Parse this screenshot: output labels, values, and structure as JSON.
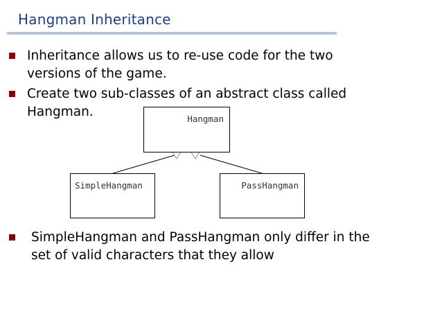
{
  "slide": {
    "title": "Hangman Inheritance",
    "bullets": [
      "Inheritance allows us to re-use code for the two",
      "versions of the game.",
      "Create two sub-classes of an abstract class called",
      "Hangman.",
      "SimpleHangman and PassHangman only differ in the",
      "set of valid characters that they allow"
    ]
  },
  "diagram": {
    "parent": "Hangman",
    "children": [
      "SimpleHangman",
      "PassHangman"
    ],
    "relationship": "inheritance"
  }
}
